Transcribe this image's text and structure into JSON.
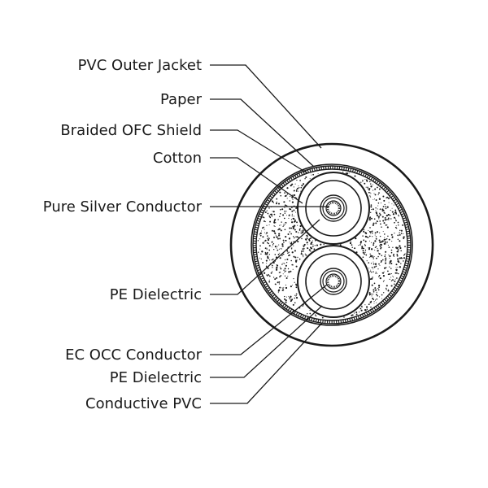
{
  "labels": {
    "pvc_outer_jacket": "PVC Outer Jacket",
    "paper": "Paper",
    "braided_ofc_shield": "Braided OFC Shield",
    "cotton": "Cotton",
    "pure_silver_conductor": "Pure Silver Conductor",
    "pe_dielectric_upper": "PE Dielectric",
    "ec_occ_conductor": "EC OCC Conductor",
    "pe_dielectric_lower": "PE Dielectric",
    "conductive_pvc": "Conductive PVC"
  },
  "colors": {
    "ink": "#1a1a1a",
    "background": "#ffffff"
  }
}
